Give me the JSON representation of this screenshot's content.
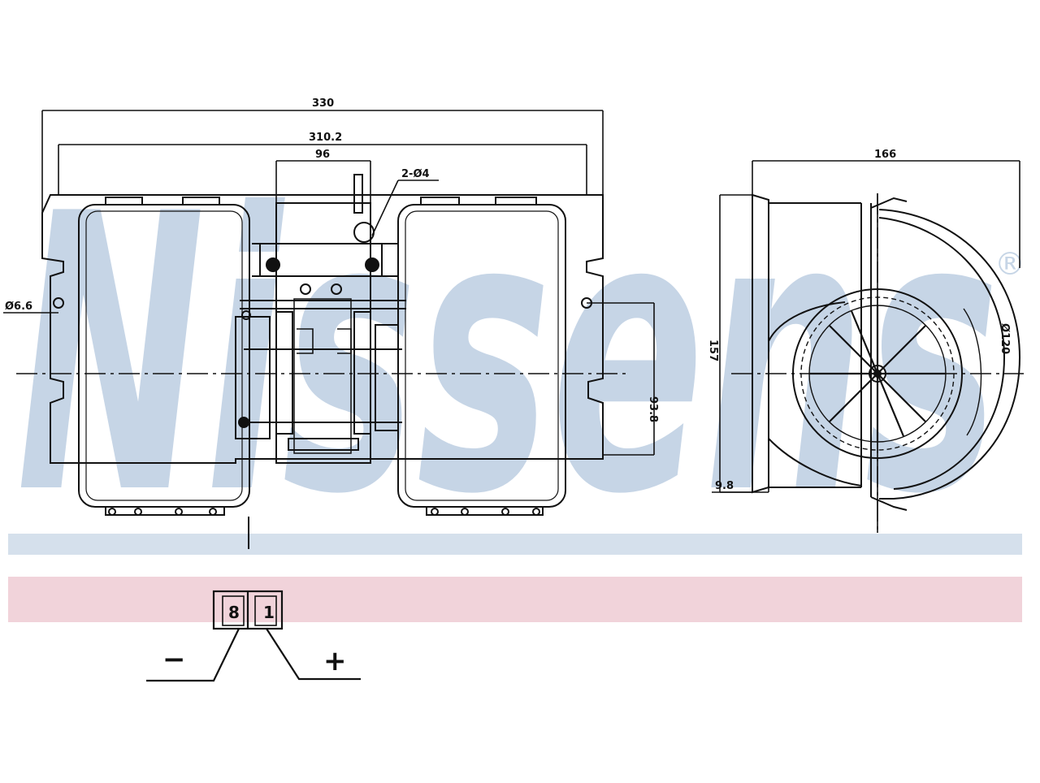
{
  "watermark": {
    "brand": "Nissens",
    "registered_mark": "®",
    "color": "#c6d5e6",
    "band_top_color": "#d5e0ec",
    "band_bottom_color": "#f1d3da"
  },
  "line_color": "#111111",
  "dimensions": {
    "overall_width": "330",
    "body_width": "310.2",
    "center_width": "96",
    "mount_holes": "2-Ø4",
    "hole_diameter": "Ø6.6",
    "mount_height": "93.8",
    "depth": "166",
    "height": "157",
    "flange": "9.8",
    "fan_diameter": "Ø120"
  },
  "connector": {
    "pin_left": "8",
    "pin_right": "1",
    "negative_label": "−",
    "positive_label": "+"
  }
}
